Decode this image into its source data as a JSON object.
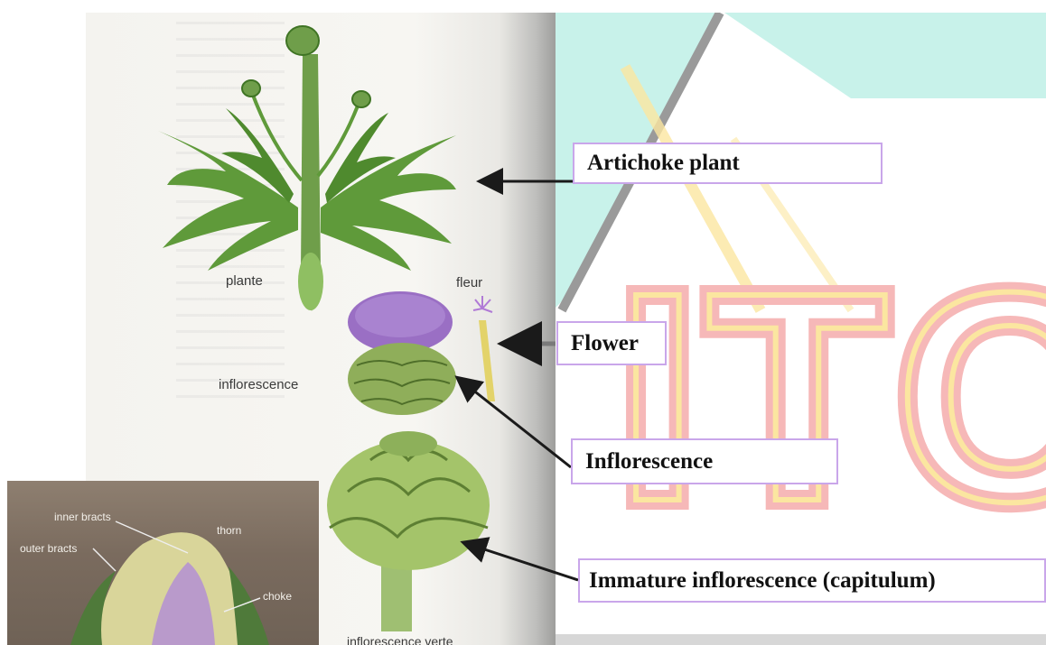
{
  "labels": {
    "artichoke_plant": "Artichoke plant",
    "flower": "Flower",
    "inflorescence": "Inflorescence",
    "immature_inflorescence": "Immature inflorescence (capitulum)"
  },
  "book_captions": {
    "plante": "plante",
    "fleur": "fleur",
    "inflorescence": "inflorescence",
    "inflorescence_verte": "inflorescence verte"
  },
  "inset_captions": {
    "inner_bracts": "inner bracts",
    "thorn": "thorn",
    "outer_bracts": "outer bracts",
    "choke": "choke"
  },
  "watermark": {
    "text": "ITC",
    "colors": {
      "letters": "#f6b8b8",
      "letters_inner": "#fbe6a0",
      "sky": "#c8f2ea",
      "roof": "#9a9a9a"
    }
  },
  "colors": {
    "label_border": "#c9a6ea",
    "arrow": "#1a1a1a",
    "leaf": "#5f9a3a",
    "leaf_dark": "#3f7424",
    "bud": "#8fae5a",
    "flower_purple": "#9a6fc4"
  }
}
